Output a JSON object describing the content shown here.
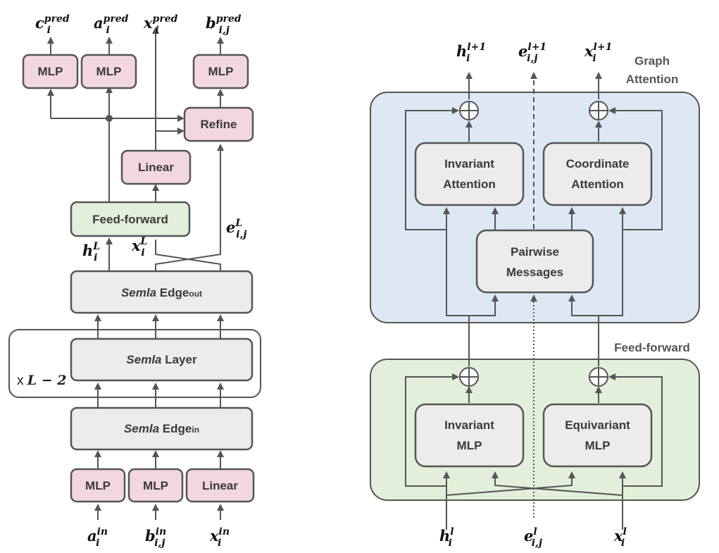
{
  "left": {
    "outputs": {
      "c": {
        "base": "c",
        "sub": "i",
        "sup": "pred"
      },
      "a": {
        "base": "a",
        "sub": "i",
        "sup": "pred"
      },
      "x": {
        "base": "x",
        "sub": "i",
        "sup": "pred"
      },
      "b": {
        "base": "b",
        "sub": "i,j",
        "sup": "pred"
      }
    },
    "mlp_c": "MLP",
    "mlp_a": "MLP",
    "mlp_b": "MLP",
    "refine": "Refine",
    "linear_out": "Linear",
    "feed_forward": "Feed-forward",
    "h_L": {
      "base": "h",
      "sub": "i",
      "sup": "L"
    },
    "x_L": {
      "base": "x",
      "sub": "i",
      "sup": "L"
    },
    "e_L": {
      "base": "e",
      "sub": "i,j",
      "sup": "L"
    },
    "edge_out": {
      "semla": "Semla",
      "label": " Edge",
      "sub": "out"
    },
    "layer": {
      "semla": "Semla",
      "label": " Layer"
    },
    "repeat": {
      "prefix": "x ",
      "expr": "L − 2"
    },
    "edge_in": {
      "semla": "Semla",
      "label": " Edge",
      "sub": "in"
    },
    "mlp_a_in": "MLP",
    "mlp_b_in": "MLP",
    "linear_in": "Linear",
    "inputs": {
      "a": {
        "base": "a",
        "sub": "i",
        "sup": "in"
      },
      "b": {
        "base": "b",
        "sub": "i,j",
        "sup": "in"
      },
      "x": {
        "base": "x",
        "sub": "i",
        "sup": "in"
      }
    }
  },
  "right": {
    "graph_attention_title": [
      "Graph",
      "Attention"
    ],
    "feed_forward_title": "Feed-forward",
    "outputs": {
      "h": {
        "base": "h",
        "sub": "i",
        "sup": "l+1"
      },
      "e": {
        "base": "e",
        "sub": "i,j",
        "sup": "l+1"
      },
      "x": {
        "base": "x",
        "sub": "i",
        "sup": "l+1"
      }
    },
    "invariant_attention": [
      "Invariant",
      "Attention"
    ],
    "coordinate_attention": [
      "Coordinate",
      "Attention"
    ],
    "pairwise_messages": [
      "Pairwise",
      "Messages"
    ],
    "invariant_mlp": [
      "Invariant",
      "MLP"
    ],
    "equivariant_mlp": [
      "Equivariant",
      "MLP"
    ],
    "inputs": {
      "h": {
        "base": "h",
        "sub": "i",
        "sup": "l"
      },
      "e": {
        "base": "e",
        "sub": "i,j",
        "sup": "l"
      },
      "x": {
        "base": "x",
        "sub": "i",
        "sup": "l"
      }
    }
  },
  "colors": {
    "pink": "#f2d7de",
    "grey": "#ececec",
    "green_box": "#e2efda",
    "blue_panel": "#dde8f4",
    "green_panel": "#e2efda",
    "stroke": "#555555"
  }
}
